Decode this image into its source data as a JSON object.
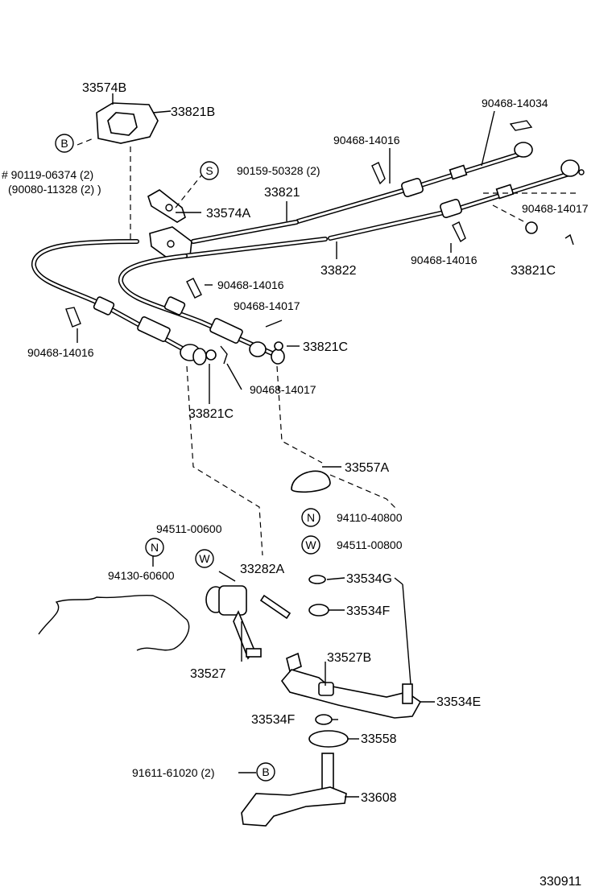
{
  "diagram_code": "330911",
  "labels": {
    "p33574B": "33574B",
    "p33821B": "33821B",
    "ref_b_top": "B",
    "hash_line1": "# 90119-06374 (2)",
    "hash_line2": "(90080-11328 (2) )",
    "ref_s": "S",
    "p90159": "90159-50328 (2)",
    "p33574A": "33574A",
    "p33821": "33821",
    "p90468_14034": "90468-14034",
    "p90468_14016_top": "90468-14016",
    "p90468_14017_right": "90468-14017",
    "p90468_14016_right": "90468-14016",
    "p33821C_right": "33821C",
    "p33822": "33822",
    "p90468_14016_mid": "90468-14016",
    "p90468_14017_mid": "90468-14017",
    "p90468_14016_left": "90468-14016",
    "p33821C_mid": "33821C",
    "p90468_14017_low": "90468-14017",
    "p33821C_low": "33821C",
    "p33557A": "33557A",
    "ref_n_right": "N",
    "p94110": "94110-40800",
    "ref_w_right": "W",
    "p94511_00800": "94511-00800",
    "p94511_00600": "94511-00600",
    "ref_n_left": "N",
    "ref_w_left": "W",
    "p94130": "94130-60600",
    "p33282A": "33282A",
    "p33534G": "33534G",
    "p33534F_top": "33534F",
    "p33527": "33527",
    "p33527B": "33527B",
    "p33534E": "33534E",
    "p33534F_low": "33534F",
    "p33558": "33558",
    "p91611": "91611-61020 (2)",
    "ref_b_bottom": "B",
    "p33608": "33608"
  }
}
